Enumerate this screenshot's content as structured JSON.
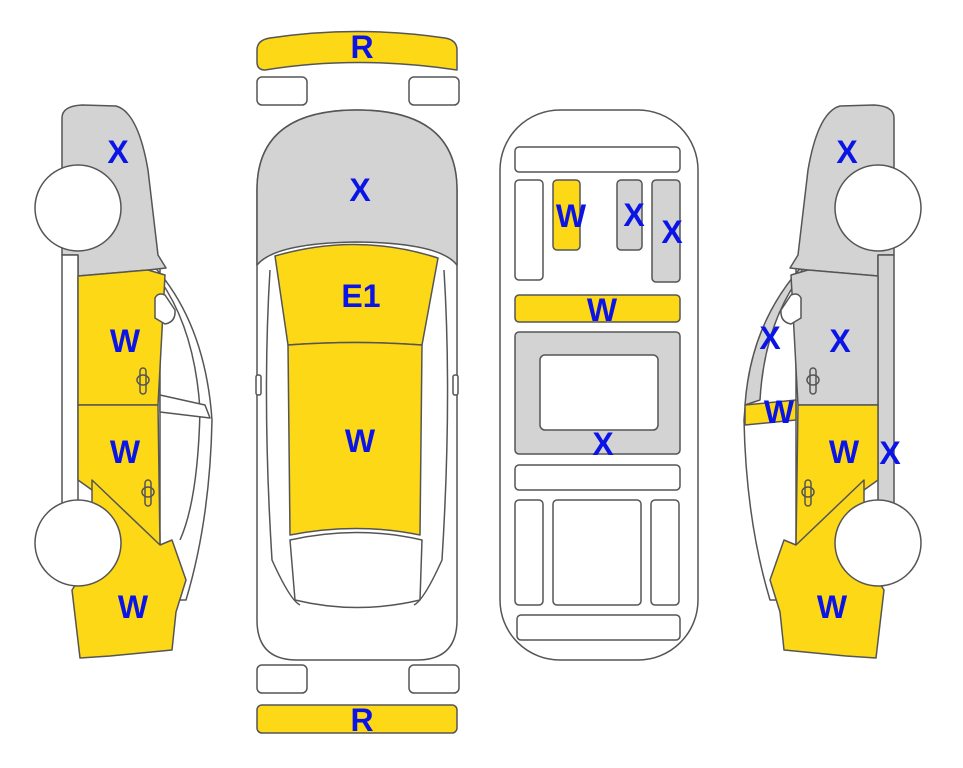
{
  "colors": {
    "damaged": "#fcd817",
    "replaced": "#d3d3d3",
    "ok": "#ffffff",
    "label": "#0a14e6",
    "outline": "#555555"
  },
  "left_side": {
    "top_label": "X",
    "front_door_label": "W",
    "rear_door_label": "W",
    "rear_fender_label": "W"
  },
  "top_view": {
    "front_bumper_label": "R",
    "hood_label": "X",
    "windshield_label": "E1",
    "roof_label": "W",
    "rear_bumper_label": "R"
  },
  "interior": {
    "seat_left_label": "W",
    "seat_mid_label": "X",
    "seat_right_label": "X",
    "dash_label": "W",
    "floor_label": "X"
  },
  "right_side": {
    "top_label": "X",
    "pillar_label": "X",
    "upper_door_label": "X",
    "window_strip_label": "W",
    "lower_door_label": "W",
    "sill_label": "X",
    "rear_fender_label": "W"
  }
}
